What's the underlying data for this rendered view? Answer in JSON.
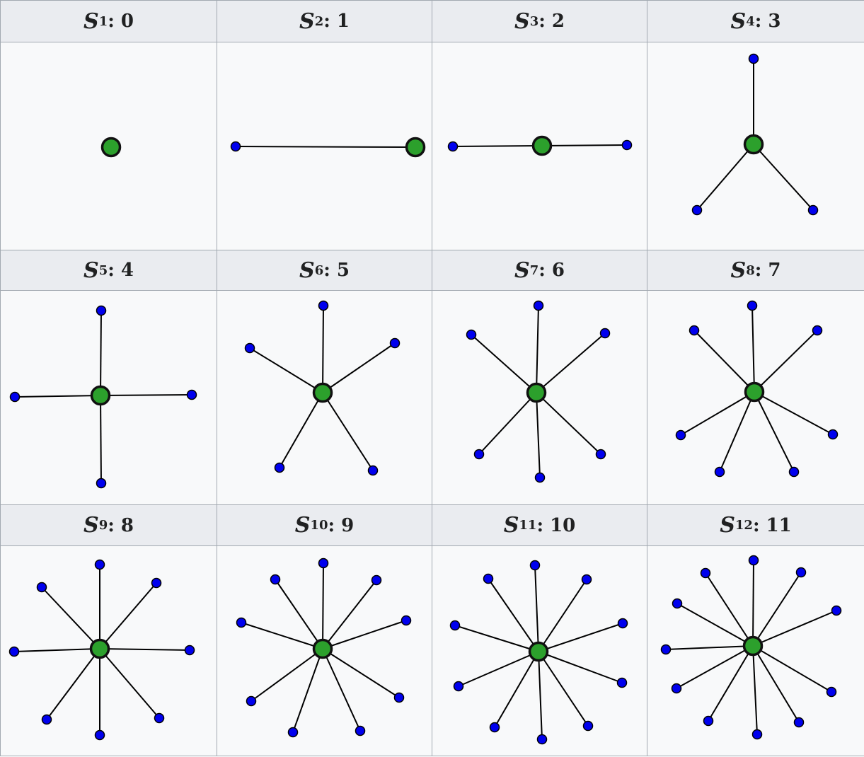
{
  "colors": {
    "header_bg": "#eaecf0",
    "cell_bg": "#f8f9fa",
    "border": "#a2a9b1",
    "center_node": "#2ca02c",
    "leaf_node": "#0000ee",
    "edge": "#000000"
  },
  "graphs": [
    {
      "symbol": "S",
      "index": "1",
      "value": "0",
      "leaves": 0
    },
    {
      "symbol": "S",
      "index": "2",
      "value": "1",
      "leaves": 1
    },
    {
      "symbol": "S",
      "index": "3",
      "value": "2",
      "leaves": 2
    },
    {
      "symbol": "S",
      "index": "4",
      "value": "3",
      "leaves": 3
    },
    {
      "symbol": "S",
      "index": "5",
      "value": "4",
      "leaves": 4
    },
    {
      "symbol": "S",
      "index": "6",
      "value": "5",
      "leaves": 5
    },
    {
      "symbol": "S",
      "index": "7",
      "value": "6",
      "leaves": 6
    },
    {
      "symbol": "S",
      "index": "8",
      "value": "7",
      "leaves": 7
    },
    {
      "symbol": "S",
      "index": "9",
      "value": "8",
      "leaves": 8
    },
    {
      "symbol": "S",
      "index": "10",
      "value": "9",
      "leaves": 9
    },
    {
      "symbol": "S",
      "index": "11",
      "value": "10",
      "leaves": 10
    },
    {
      "symbol": "S",
      "index": "12",
      "value": "11",
      "leaves": 11
    }
  ]
}
